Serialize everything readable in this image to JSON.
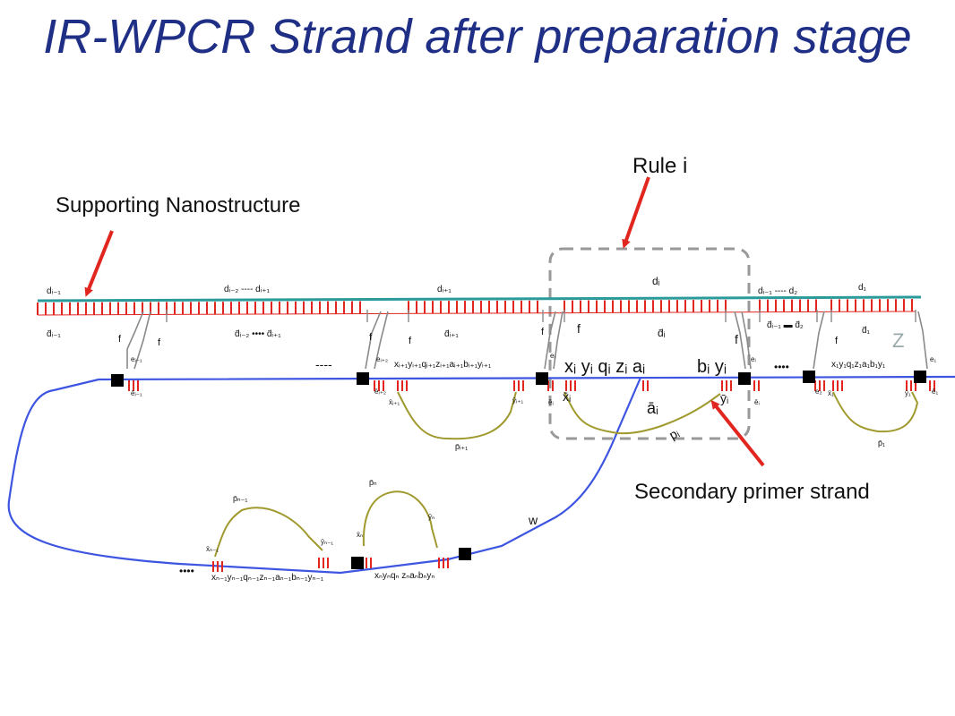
{
  "slide": {
    "title": "IR-WPCR Strand after preparation stage"
  },
  "callouts": {
    "rule": "Rule i",
    "support": "Supporting Nanostructure",
    "primer": "Secondary primer strand"
  },
  "labels": {
    "d_i_minus_1": "dᵢ₋₁",
    "d_i_minus_1_bar": "d̄ᵢ₋₁",
    "d_i_minus_2_to_i_plus_1": "dᵢ₋₂ ---- dᵢ₊₁",
    "d_i_minus_2_to_i_plus_1_bar": "d̄ᵢ₋₂ •••• d̄ᵢ₊₁",
    "d_i_plus_1": "dᵢ₊₁",
    "d_i_plus_1_bar": "d̄ᵢ₊₁",
    "d_i": "dᵢ",
    "d_i_bar": "d̄ᵢ",
    "d_right_range": "dᵢ₋₁ ---- d₂",
    "d_right_range_bar": "d̄ᵢ₋₁ ▬ d̄₂",
    "d_1": "d₁",
    "d_1_bar": "d̄₁",
    "f": "f",
    "e_i_minus_1": "eᵢ₋₁",
    "e_i_minus_1_bar": "ēᵢ₋₁",
    "e_i_plus_2": "eᵢ₊₂",
    "e_i_plus_2_bar": "ēᵢ₊₂",
    "e_i": "eᵢ",
    "e_i_bar": "ēᵢ",
    "e_2": "e₂",
    "e_1": "e₁",
    "e_1_bar": "ē₁",
    "seq_i_plus_1": "xᵢ₊₁yᵢ₊₁qᵢ₊₁zᵢ₊₁aᵢ₊₁bᵢ₊₁yᵢ₊₁",
    "x_i_plus_1_bar": "x̄ᵢ₊₁",
    "y_i_plus_1_bar": "ȳᵢ₊₁",
    "p_i_plus_1_bar": "p̄ᵢ₊₁",
    "seq_i_left": "xᵢ yᵢ qᵢ zᵢ aᵢ",
    "seq_i_right": "bᵢ yᵢ",
    "x_i_bar": "x̄ᵢ",
    "a_i_bar": "āᵢ",
    "y_i_bar": "ȳᵢ",
    "p_i": "pᵢ",
    "seq_1": "x₁y₁q₁z₁a₁b₁y₁",
    "x_1_bar": "x̄₁",
    "y_1_bar": "ȳ₁",
    "p_1_bar": "p̄₁",
    "z_mark": "Z",
    "dots": "----",
    "dots_right": "••••",
    "w": "w",
    "seq_n_minus_1": "xₙ₋₁yₙ₋₁qₙ₋₁zₙ₋₁aₙ₋₁bₙ₋₁yₙ₋₁",
    "seq_n": "xₙyₙqₙ zₙaₙbₙyₙ",
    "p_n_minus_1_bar": "p̄ₙ₋₁",
    "x_n_minus_1_bar": "x̄ₙ₋₁",
    "y_n_minus_1_bar": "ȳₙ₋₁",
    "p_n_bar": "p̄ₙ",
    "x_n_bar": "x̄ₙ",
    "y_n_bar": "ȳₙ",
    "dots_bottom": "••••"
  },
  "colors": {
    "title": "#1f2f86",
    "strand": "#3d55e0",
    "support": "#2a9a9a",
    "ticks": "#e0261e",
    "loop": "#a09a2e",
    "arrow": "#e0261e",
    "box": "#999999",
    "block": "#000000",
    "f_link": "#8a8a8a"
  }
}
